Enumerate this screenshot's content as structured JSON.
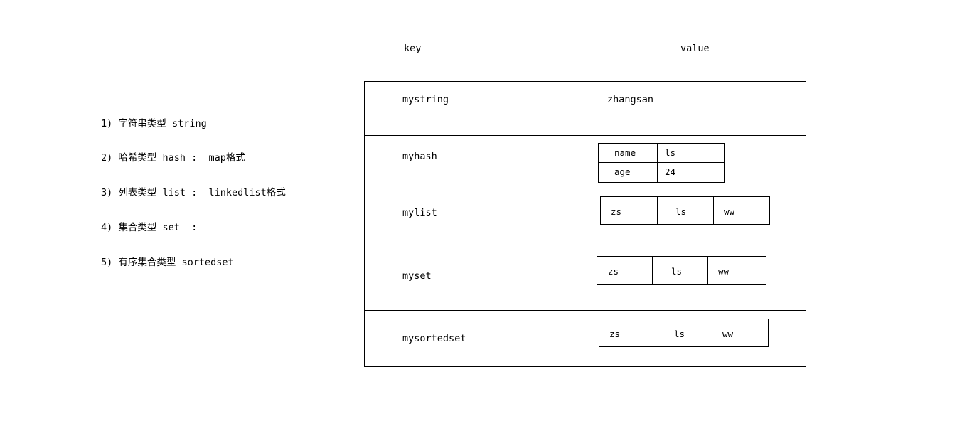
{
  "notes": {
    "lines": [
      "1) 字符串类型 string",
      "2) 哈希类型 hash :  map格式",
      "3) 列表类型 list :  linkedlist格式",
      "4) 集合类型 set  :",
      "5) 有序集合类型 sortedset"
    ]
  },
  "table": {
    "headers": {
      "key": "key",
      "value": "value"
    },
    "rows": [
      {
        "key": "mystring",
        "value_kind": "text",
        "value_text": "zhangsan"
      },
      {
        "key": "myhash",
        "value_kind": "map",
        "entries": [
          {
            "field": "name",
            "value": "ls"
          },
          {
            "field": "age",
            "value": "24"
          }
        ]
      },
      {
        "key": "mylist",
        "value_kind": "sequence",
        "items": [
          "zs",
          "ls",
          "ww"
        ]
      },
      {
        "key": "myset",
        "value_kind": "sequence",
        "items": [
          "zs",
          "ls",
          "ww"
        ]
      },
      {
        "key": "mysortedset",
        "value_kind": "sequence",
        "items": [
          "zs",
          "ls",
          "ww"
        ]
      }
    ]
  },
  "colors": {
    "background": "#ffffff",
    "ink": "#000000",
    "border": "#000000"
  }
}
